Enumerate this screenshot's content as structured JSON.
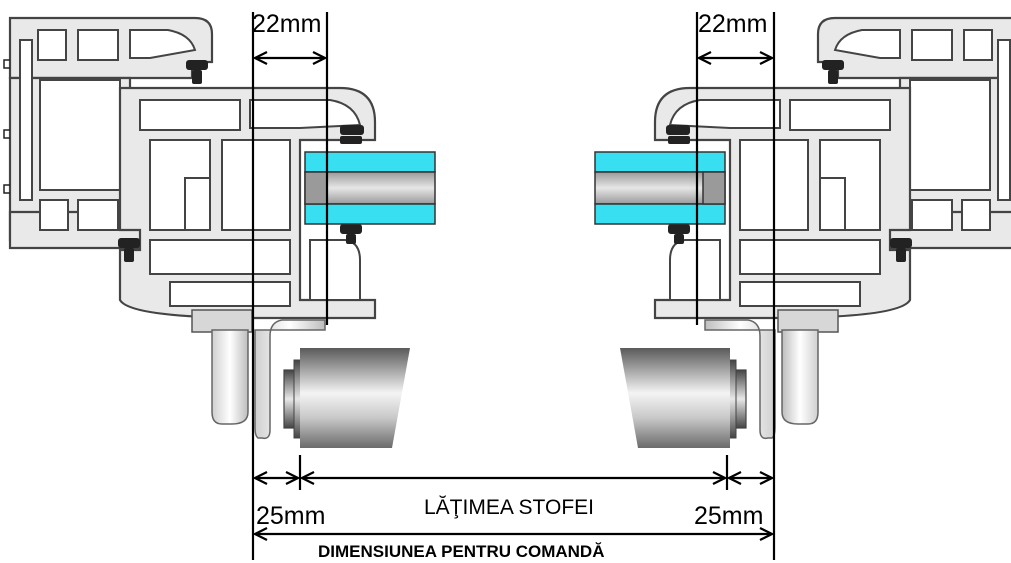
{
  "dimensions": {
    "frame_offset_left": "22mm",
    "frame_offset_right": "22mm",
    "margin_left": "25mm",
    "margin_right": "25mm",
    "fabric_width": "LĂŢIMEA STOFEI",
    "order_dimension": "DIMENSIUNEA PENTRU COMANDĂ"
  },
  "colors": {
    "glass": "#38dff0",
    "profile": "#e9e9e9",
    "outline": "#444444",
    "tube_light": "#f2f2f2",
    "tube_dark": "#6d6d6d",
    "gasket": "#222222"
  }
}
